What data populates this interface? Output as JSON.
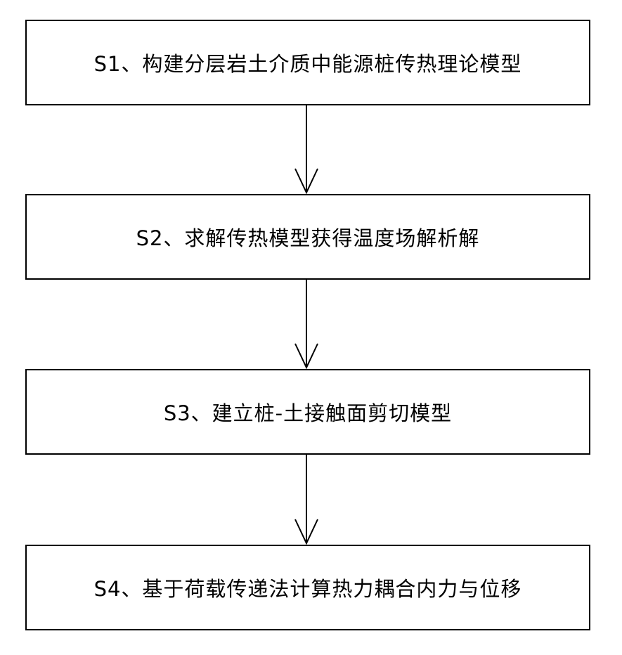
{
  "flowchart": {
    "steps": [
      {
        "label": "S1、构建分层岩土介质中能源桩传热理论模型"
      },
      {
        "label": "S2、求解传热模型获得温度场解析解"
      },
      {
        "label": "S3、建立桩-土接触面剪切模型"
      },
      {
        "label": "S4、基于荷载传递法计算热力耦合内力与位移"
      }
    ]
  }
}
